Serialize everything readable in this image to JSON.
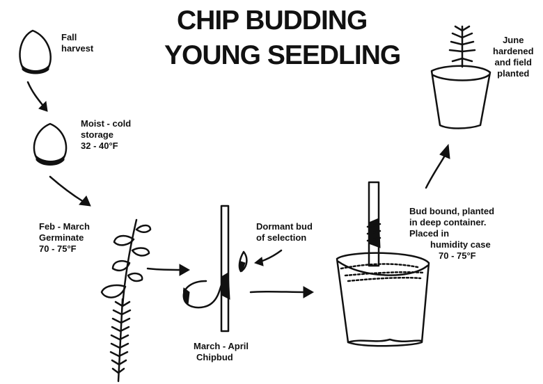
{
  "title": {
    "line1": "CHIP BUDDING",
    "line2": "YOUNG SEEDLING"
  },
  "steps": {
    "fall": {
      "line1": "Fall",
      "line2": "harvest"
    },
    "storage": {
      "line1": "Moist - cold",
      "line2": "storage",
      "line3": "32 - 40°F"
    },
    "germinate": {
      "line1": "Feb - March",
      "line2": "Germinate",
      "line3": "70 - 75°F"
    },
    "chipbud": {
      "line1": "March - April",
      "line2": "Chipbud"
    },
    "dormant": {
      "line1": "Dormant bud",
      "line2": "of selection"
    },
    "container": {
      "line1": "Bud bound, planted",
      "line2": "in deep container.",
      "line3": "Placed in",
      "line4": "humidity case",
      "line5": "70 - 75°F"
    },
    "june": {
      "line1": "June",
      "line2": "hardened",
      "line3": "and field",
      "line4": "planted"
    }
  }
}
